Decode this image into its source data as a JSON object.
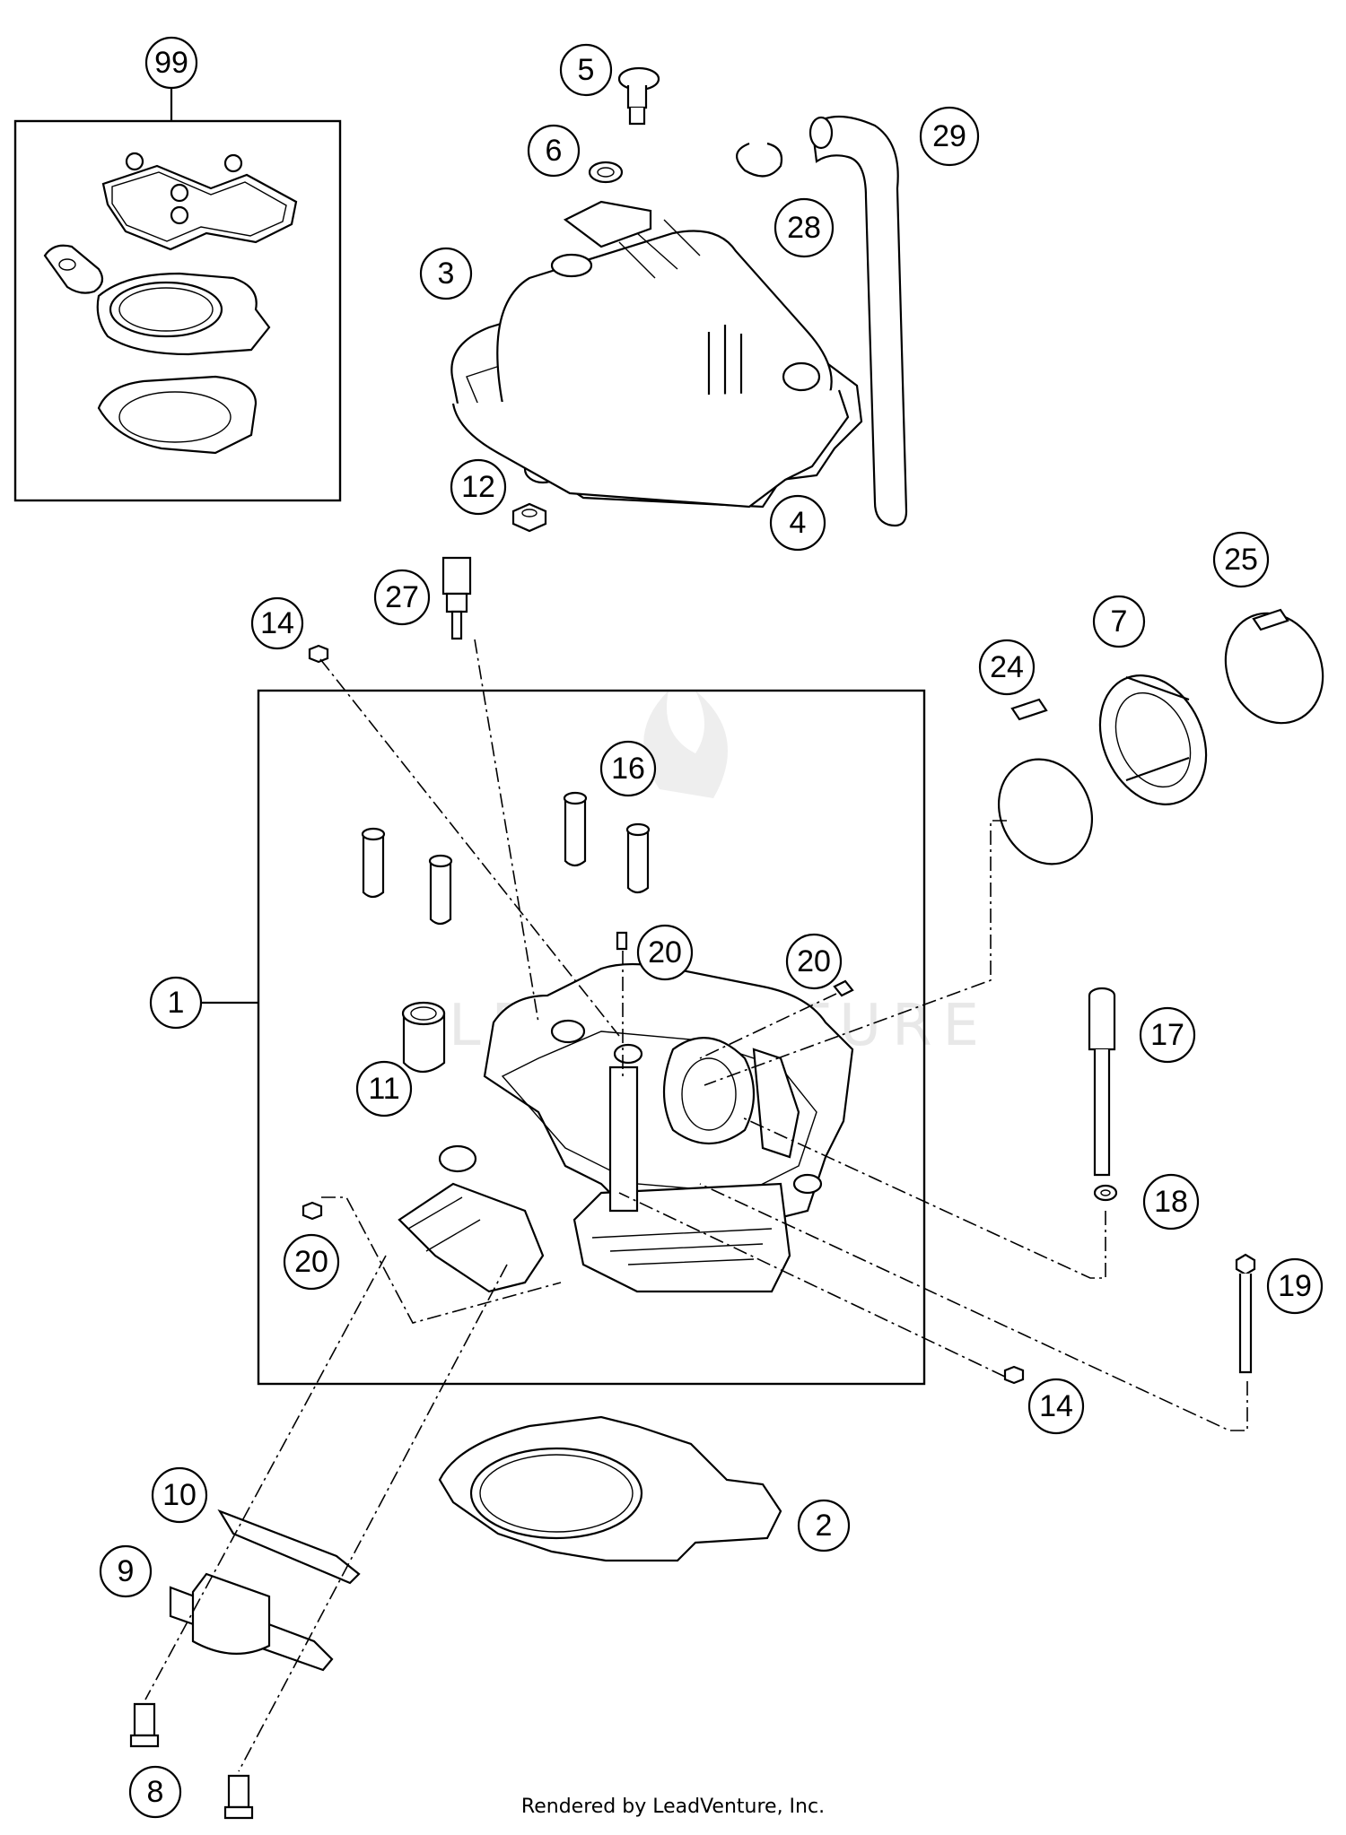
{
  "diagram": {
    "callouts": [
      "99",
      "5",
      "6",
      "29",
      "28",
      "3",
      "12",
      "4",
      "27",
      "14",
      "25",
      "7",
      "24",
      "16",
      "20",
      "20",
      "1",
      "11",
      "17",
      "18",
      "20",
      "19",
      "14",
      "10",
      "2",
      "9",
      "8"
    ],
    "watermark": "LEADVENTURE",
    "footer": "Rendered by LeadVenture, Inc."
  },
  "colors": {
    "line": "#000000",
    "background": "#ffffff",
    "watermark": "#e6e6e6"
  }
}
